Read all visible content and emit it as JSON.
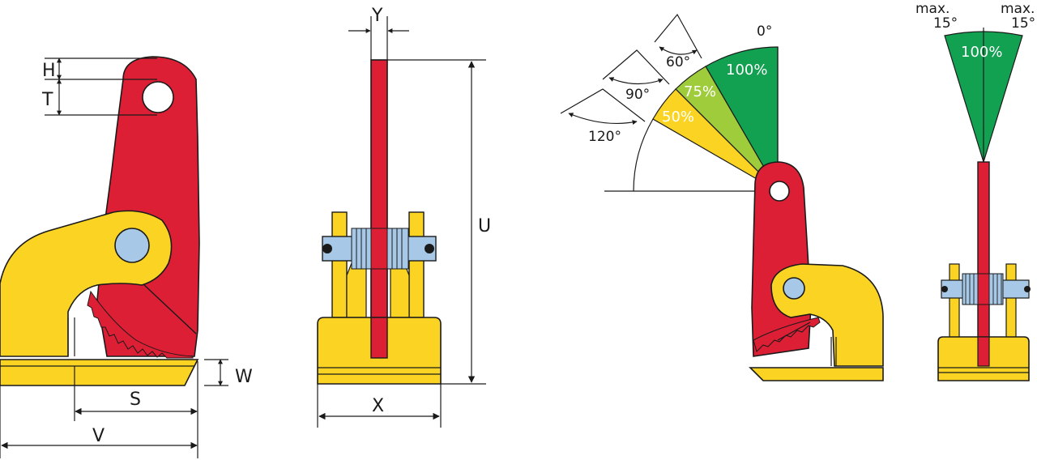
{
  "dimensions": {
    "H": "H",
    "T": "T",
    "W": "W",
    "S": "S",
    "V": "V",
    "Y": "Y",
    "U": "U",
    "X": "X"
  },
  "angles": {
    "deg0": "0°",
    "deg60": "60°",
    "deg90": "90°",
    "deg120": "120°"
  },
  "capacity": {
    "p100": "100%",
    "p75": "75%",
    "p50": "50%",
    "p100_side": "100%"
  },
  "tilt": {
    "left_top": "max.",
    "left_bottom": "15°",
    "right_top": "max.",
    "right_bottom": "15°"
  },
  "colors": {
    "jaw_red": "#dc1f34",
    "body_yellow": "#fbd423",
    "pin_blue": "#a7c8e6",
    "sector_green": "#12a051",
    "sector_lightgreen": "#9fcc3b",
    "sector_yellow": "#fbd423"
  }
}
